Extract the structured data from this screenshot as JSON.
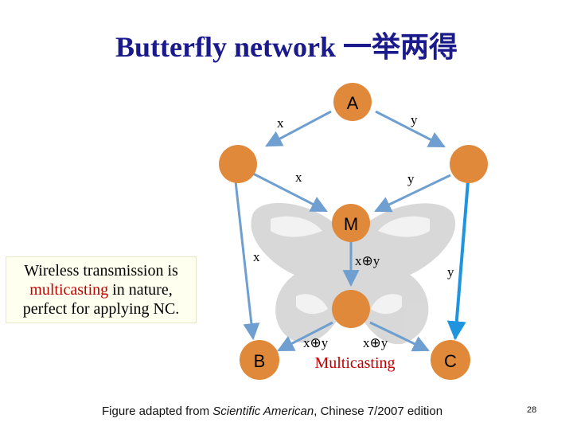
{
  "title": "Butterfly network 一举两得",
  "nodes": {
    "A": "A",
    "M": "M",
    "B": "B",
    "C": "C"
  },
  "edge_labels": {
    "a_left": "x",
    "a_right": "y",
    "left_m": "x",
    "right_m": "y",
    "left_b": "x",
    "right_c": "y",
    "m_down": "x⊕y",
    "d_b": "x⊕y",
    "d_c": "x⊕y"
  },
  "multicasting_label": "Multicasting",
  "callout": {
    "line1": "Wireless transmission is",
    "highlight": "multicasting",
    "line2_rest": " in nature,",
    "line3": "perfect for applying NC."
  },
  "caption": {
    "prefix": "Figure adapted from ",
    "source": "Scientific American",
    "suffix": ", Chinese 7/2007 edition"
  },
  "page_number": "28",
  "colors": {
    "node": "#e0893a",
    "arrow": "#6f9fd0",
    "wireless_arrow": "#1f95df",
    "title": "#1a1a8c",
    "highlight": "#c00000"
  }
}
